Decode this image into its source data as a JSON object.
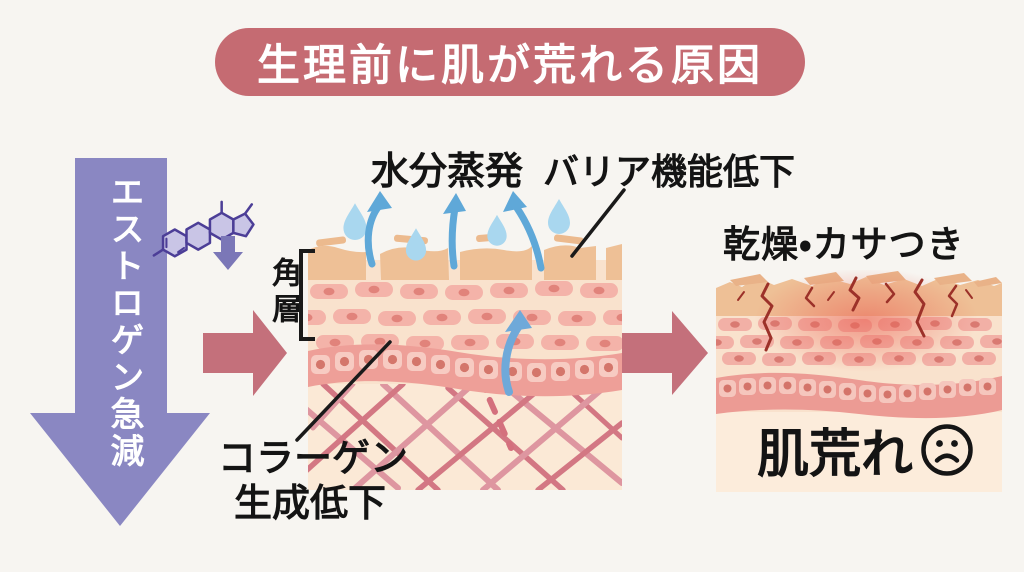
{
  "title": "生理前に肌が荒れる原因",
  "left_flow": {
    "estrogen_drop_label": "エストロゲン急減"
  },
  "middle_panel": {
    "water_evaporation": "水分蒸発",
    "barrier_function": "バリア機能低下",
    "stratum_corneum": "角層",
    "collagen_line1": "コラーゲン",
    "collagen_line2": "生成低下"
  },
  "right_panel": {
    "dryness": "乾燥・カサつき",
    "rough_skin": "肌荒れ"
  },
  "colors": {
    "title_banner": "#c56b72",
    "flow_arrow": "#c4707b",
    "estrogen_arrow": "#8a87c2",
    "estrogen_molecule": "#4c3e97",
    "droplet": "#a9d7ef",
    "evaporation_arrow": "#5fa8d8",
    "skin_surface": "#eec096",
    "crack_red": "#9c3129"
  }
}
